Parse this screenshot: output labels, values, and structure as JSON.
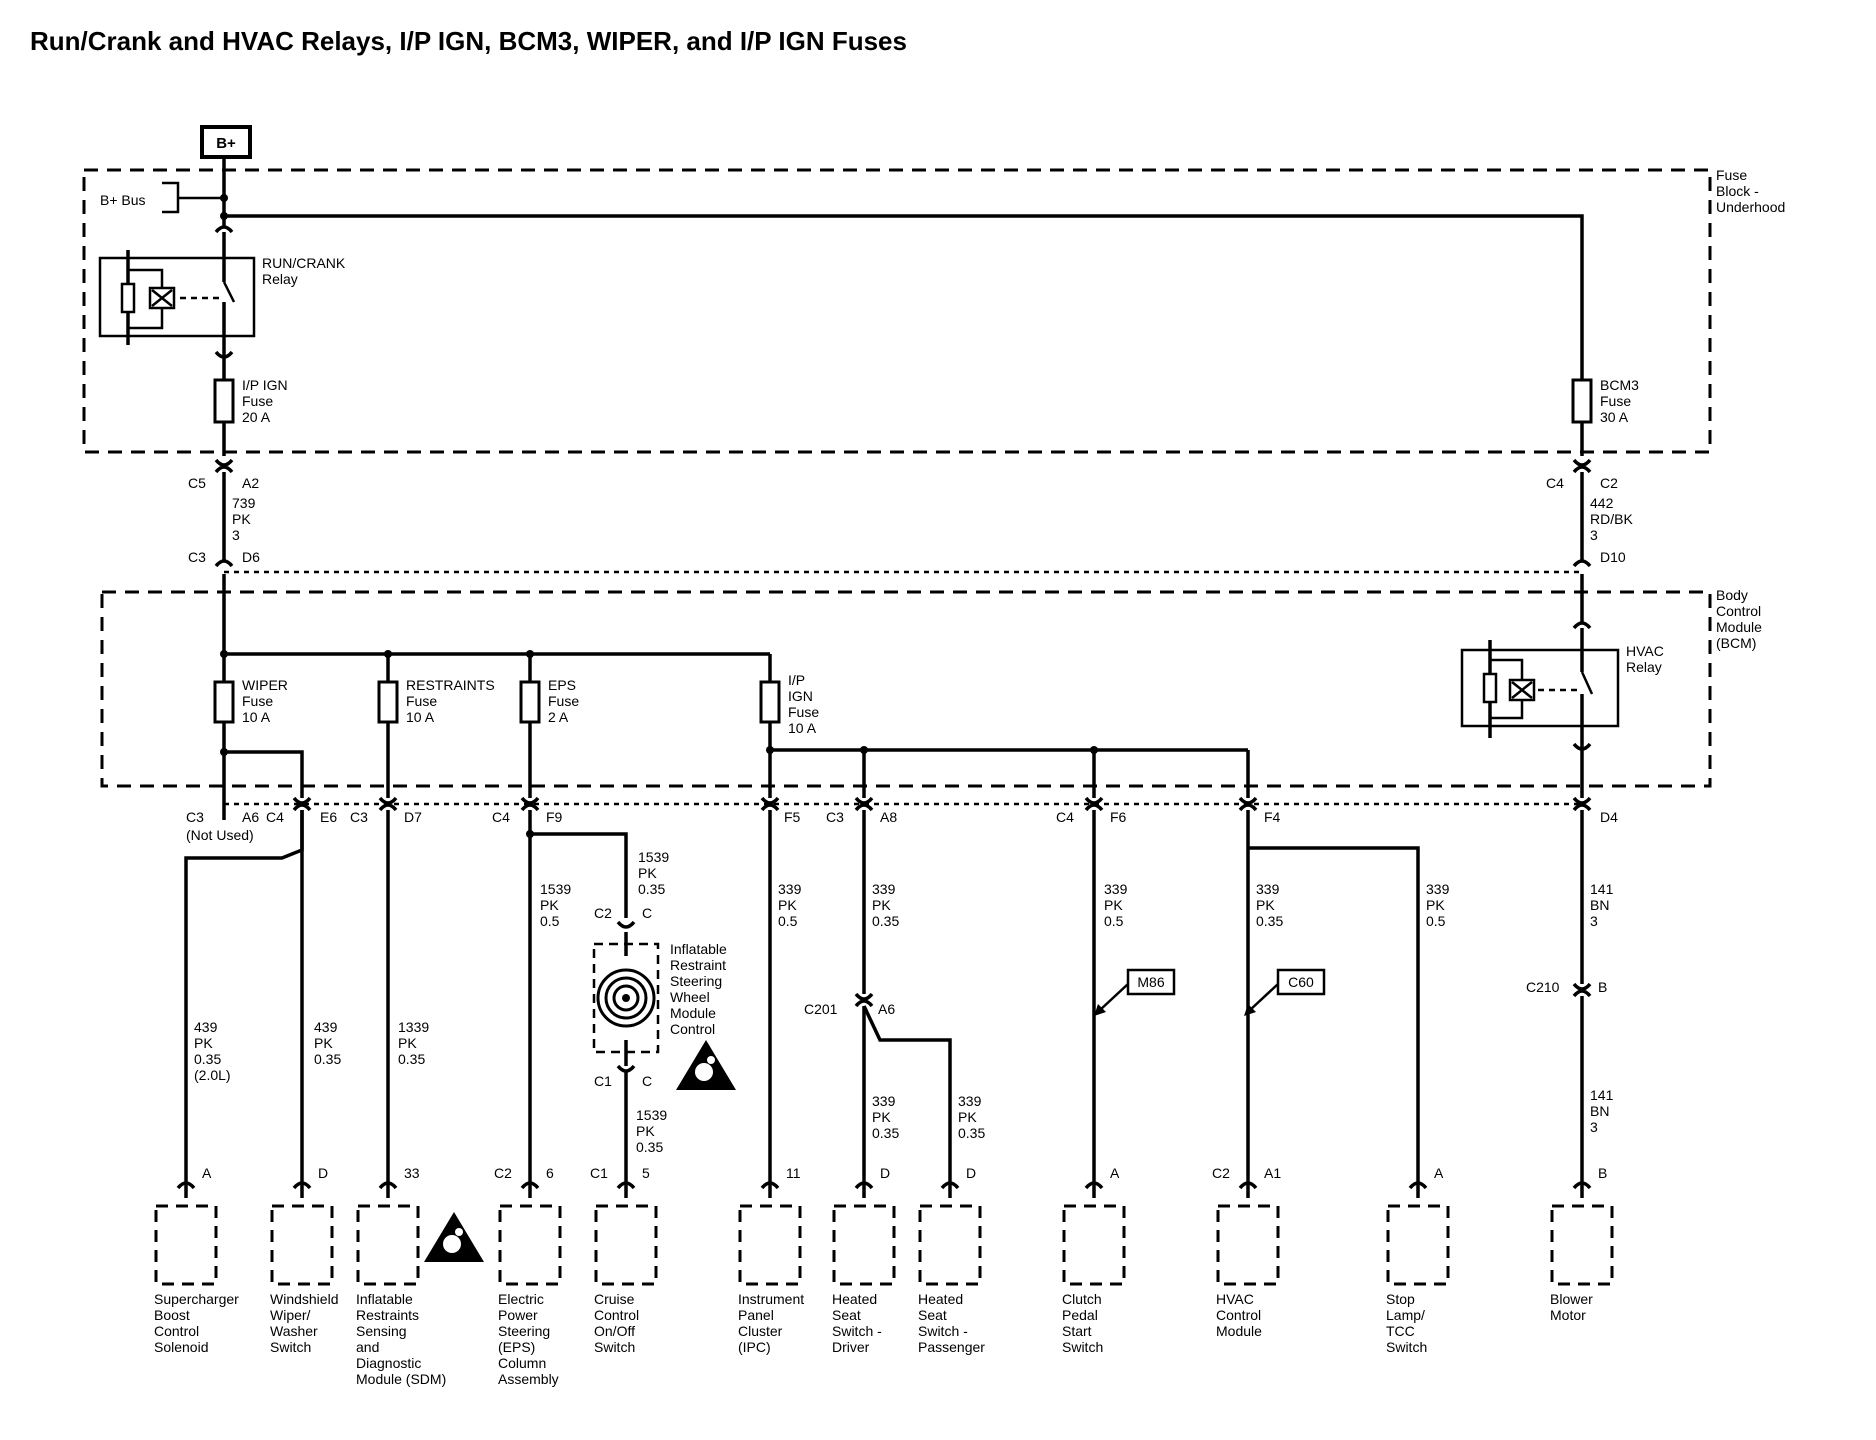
{
  "title": "Run/Crank and HVAC Relays, I/P IGN, BCM3, WIPER, and I/P IGN Fuses",
  "power": {
    "source": "B+",
    "bus": "B+ Bus"
  },
  "blocks": {
    "fuse_block": [
      "Fuse",
      "Block -",
      "Underhood"
    ],
    "bcm": [
      "Body",
      "Control",
      "Module",
      "(BCM)"
    ]
  },
  "relays": {
    "run_crank": [
      "RUN/CRANK",
      "Relay"
    ],
    "hvac": [
      "HVAC",
      "Relay"
    ]
  },
  "fuses": {
    "ip_ign_20": [
      "I/P IGN",
      "Fuse",
      "20 A"
    ],
    "bcm3": [
      "BCM3",
      "Fuse",
      "30 A"
    ],
    "wiper": [
      "WIPER",
      "Fuse",
      "10 A"
    ],
    "restraints": [
      "RESTRAINTS",
      "Fuse",
      "10 A"
    ],
    "eps": [
      "EPS",
      "Fuse",
      "2 A"
    ],
    "ip_ign_10": [
      "I/P",
      "IGN",
      "Fuse",
      "10 A"
    ]
  },
  "connectors": {
    "c5": "C5",
    "a2": "A2",
    "c3_top": "C3",
    "d6": "D6",
    "c4_top": "C4",
    "c2_top": "C2",
    "d10": "D10",
    "c3_a6": "C3",
    "a6": "A6",
    "not_used": "(Not Used)",
    "c4_e6": "C4",
    "e6": "E6",
    "c3_d7": "C3",
    "d7": "D7",
    "c4_f9": "C4",
    "f9": "F9",
    "f5": "F5",
    "c3_a8": "C3",
    "a8": "A8",
    "c4_f6": "C4",
    "f6": "F6",
    "f4": "F4",
    "d4": "D4",
    "c2_sw": "C2",
    "c_sw": "C",
    "c1_sw": "C1",
    "c_sw2": "C",
    "c201": "C201",
    "a6_201": "A6",
    "c210": "C210",
    "b_210": "B"
  },
  "wires": {
    "w739": [
      "739",
      "PK",
      "3"
    ],
    "w442": [
      "442",
      "RD/BK",
      "3"
    ],
    "w439_a": [
      "439",
      "PK",
      "0.35",
      "(2.0L)"
    ],
    "w439_b": [
      "439",
      "PK",
      "0.35"
    ],
    "w1339": [
      "1339",
      "PK",
      "0.35"
    ],
    "w1539_eps": [
      "1539",
      "PK",
      "0.5"
    ],
    "w1539_top": [
      "1539",
      "PK",
      "0.35"
    ],
    "w1539_bot": [
      "1539",
      "PK",
      "0.35"
    ],
    "w339_f5": [
      "339",
      "PK",
      "0.5"
    ],
    "w339_a8": [
      "339",
      "PK",
      "0.35"
    ],
    "w339_hd": [
      "339",
      "PK",
      "0.35"
    ],
    "w339_hp": [
      "339",
      "PK",
      "0.35"
    ],
    "w339_f6": [
      "339",
      "PK",
      "0.5"
    ],
    "w339_f4": [
      "339",
      "PK",
      "0.35"
    ],
    "w339_stop": [
      "339",
      "PK",
      "0.5"
    ],
    "w141_a": [
      "141",
      "BN",
      "3"
    ],
    "w141_b": [
      "141",
      "BN",
      "3"
    ]
  },
  "refs": {
    "m86": "M86",
    "c60": "C60"
  },
  "steering_module": [
    "Inflatable",
    "Restraint",
    "Steering",
    "Wheel",
    "Module",
    "Control"
  ],
  "components": [
    {
      "pin": "A",
      "conn": "",
      "label": [
        "Supercharger",
        "Boost",
        "Control",
        "Solenoid"
      ]
    },
    {
      "pin": "D",
      "conn": "",
      "label": [
        "Windshield",
        "Wiper/",
        "Washer",
        "Switch"
      ]
    },
    {
      "pin": "33",
      "conn": "",
      "label": [
        "Inflatable",
        "Restraints",
        "Sensing",
        "and",
        "Diagnostic",
        "Module (SDM)"
      ]
    },
    {
      "pin": "6",
      "conn": "C2",
      "label": [
        "Electric",
        "Power",
        "Steering",
        "(EPS)",
        "Column",
        "Assembly"
      ]
    },
    {
      "pin": "5",
      "conn": "C1",
      "label": [
        "Cruise",
        "Control",
        "On/Off",
        "Switch"
      ]
    },
    {
      "pin": "11",
      "conn": "",
      "label": [
        "Instrument",
        "Panel",
        "Cluster",
        "(IPC)"
      ]
    },
    {
      "pin": "D",
      "conn": "",
      "label": [
        "Heated",
        "Seat",
        "Switch -",
        "Driver"
      ]
    },
    {
      "pin": "D",
      "conn": "",
      "label": [
        "Heated",
        "Seat",
        "Switch -",
        "Passenger"
      ]
    },
    {
      "pin": "A",
      "conn": "",
      "label": [
        "Clutch",
        "Pedal",
        "Start",
        "Switch"
      ]
    },
    {
      "pin": "A1",
      "conn": "C2",
      "label": [
        "HVAC",
        "Control",
        "Module"
      ]
    },
    {
      "pin": "A",
      "conn": "",
      "label": [
        "Stop",
        "Lamp/",
        "TCC",
        "Switch"
      ]
    },
    {
      "pin": "B",
      "conn": "",
      "label": [
        "Blower",
        "Motor"
      ]
    }
  ]
}
